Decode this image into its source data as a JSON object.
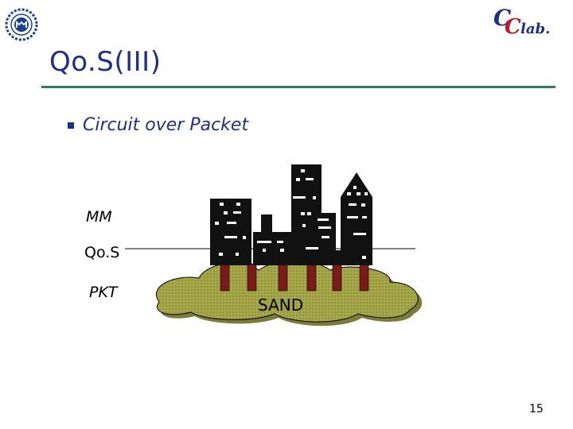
{
  "slide": {
    "title": "Qo.S(III)",
    "bullet": "Circuit over Packet",
    "page_number": "15"
  },
  "diagram": {
    "layer_labels": [
      "MM",
      "Qo.S",
      "PKT"
    ],
    "cloud_label": "SAND"
  },
  "logos": {
    "left": "university-seal",
    "right": "CClab."
  },
  "colors": {
    "title": "#1d2f86",
    "rule": "#2e7d5b",
    "cloud": "#a6a84a",
    "pillar": "#7a1a1a",
    "building": "#111111"
  }
}
